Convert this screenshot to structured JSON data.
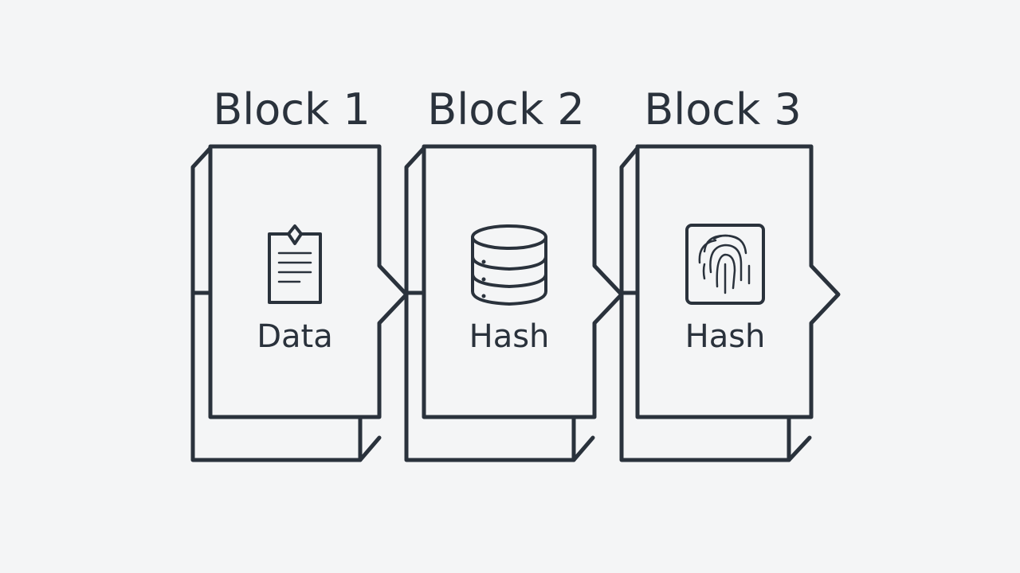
{
  "colors": {
    "background": "#f4f5f6",
    "ink": "#2a323c"
  },
  "blocks": [
    {
      "title": "Block 1",
      "label": "Data",
      "icon": "document-icon"
    },
    {
      "title": "Block 2",
      "label": "Hash",
      "icon": "database-icon"
    },
    {
      "title": "Block 3",
      "label": "Hash",
      "icon": "fingerprint-icon"
    }
  ]
}
